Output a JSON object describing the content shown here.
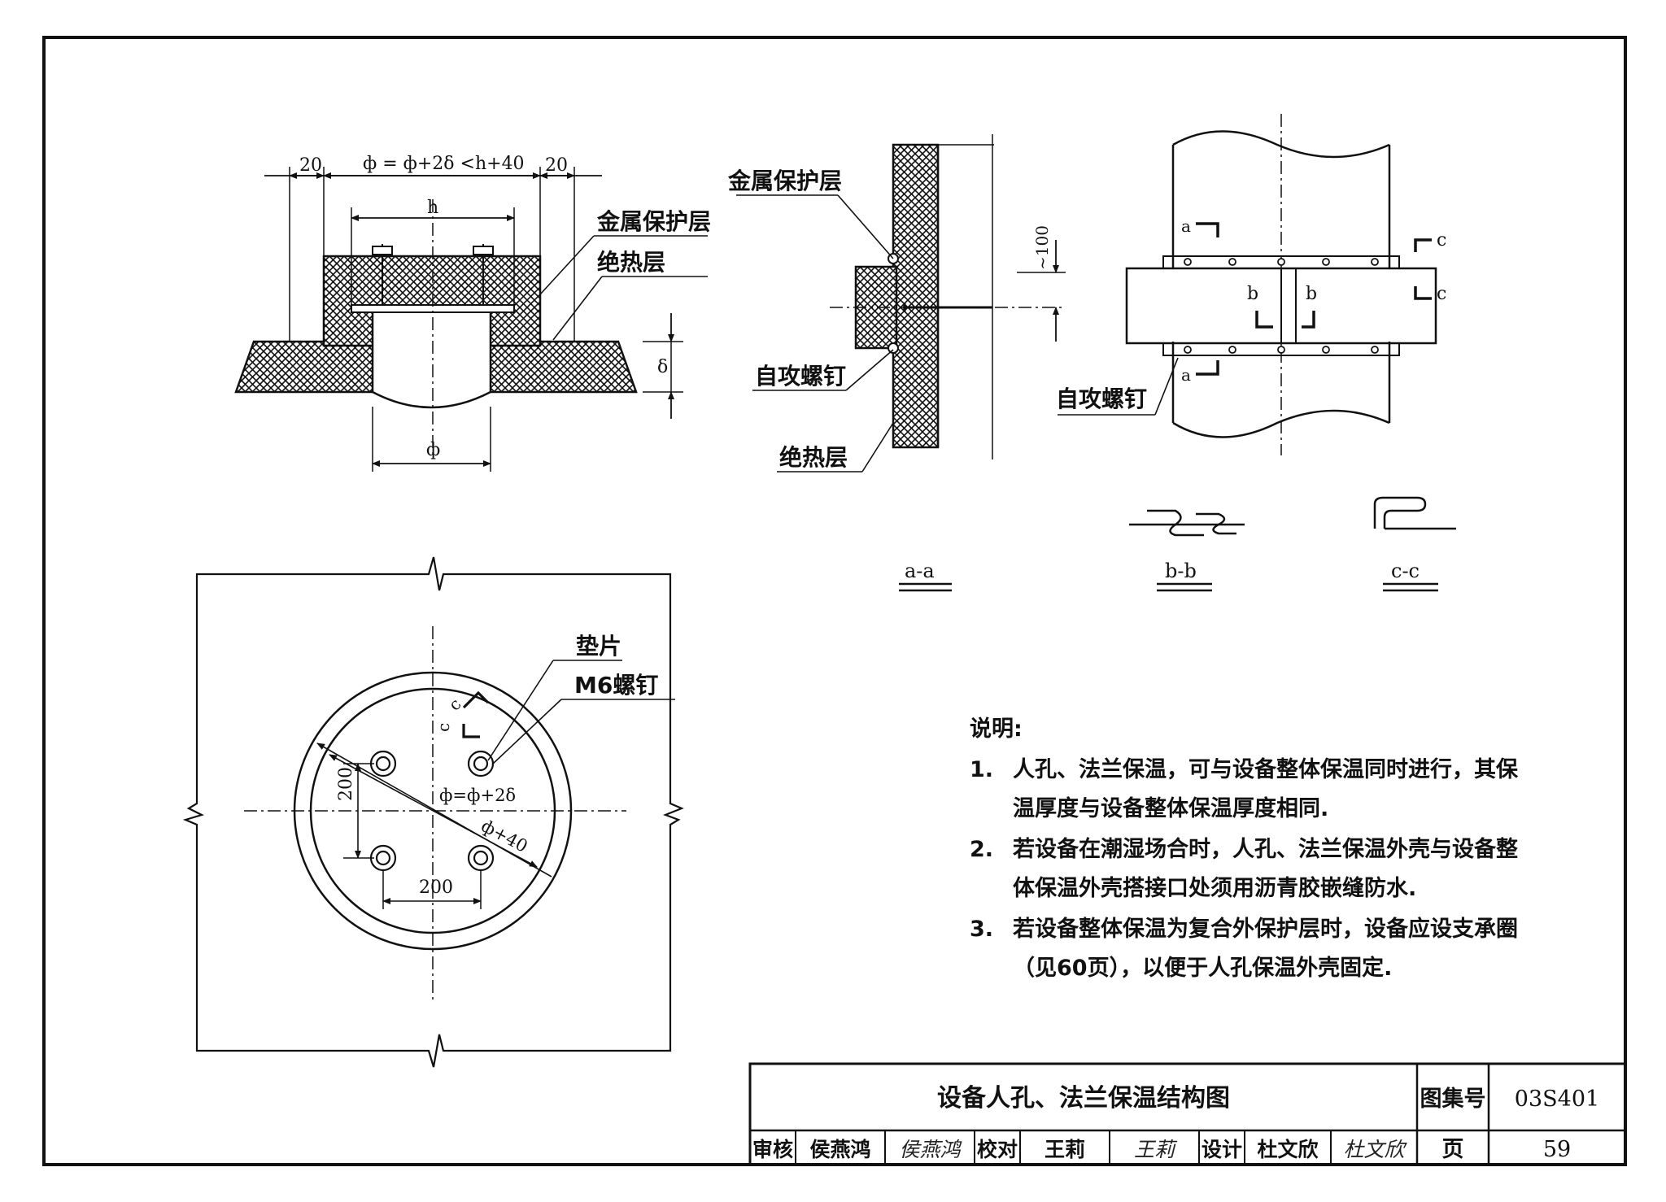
{
  "drawing": {
    "section_view": {
      "dim_top_left": "20",
      "dim_top_middle": "ф = ф+2δ <h+40",
      "dim_top_right": "20",
      "dim_h": "h",
      "dim_delta": "δ",
      "dim_phi": "ф",
      "label_metal_layer": "金属保护层",
      "label_insulation": "绝热层"
    },
    "detail_view": {
      "label_metal_layer": "金属保护层",
      "label_screw": "自攻螺钉",
      "label_insulation": "绝热层",
      "dim_100": "~100"
    },
    "pipe_view": {
      "label_screw": "自攻螺钉",
      "mark_a": "a",
      "mark_b": "b",
      "mark_c": "c"
    },
    "sections": {
      "aa": "a-a",
      "bb": "b-b",
      "cc": "c-c"
    },
    "plan_view": {
      "label_washer": "垫片",
      "label_screw": "M6螺钉",
      "dim_200_vertical": "200",
      "dim_200_horizontal": "200",
      "dim_inner": "ф=ф+2δ",
      "dim_outer": "ф+40",
      "mark_c": "c"
    }
  },
  "notes": {
    "heading": "说明:",
    "items": [
      {
        "num": "1.",
        "line1": "人孔、法兰保温，可与设备整体保温同时进行，其保",
        "line2": "温厚度与设备整体保温厚度相同."
      },
      {
        "num": "2.",
        "line1": "若设备在潮湿场合时，人孔、法兰保温外壳与设备整",
        "line2": "体保温外壳搭接口处须用沥青胶嵌缝防水."
      },
      {
        "num": "3.",
        "line1": "若设备整体保温为复合外保护层时，设备应设支承圈",
        "line2": "（见60页），以便于人孔保温外壳固定."
      }
    ]
  },
  "title_block": {
    "title": "设备人孔、法兰保温结构图",
    "atlas_label": "图集号",
    "atlas_no": "03S401",
    "page_label": "页",
    "page_no": "59",
    "review_label": "审核",
    "reviewer": "侯燕鸿",
    "reviewer_sig": "侯燕鸿",
    "check_label": "校对",
    "checker": "王莉",
    "checker_sig": "王莉",
    "design_label": "设计",
    "designer": "杜文欣",
    "designer_sig": "杜文欣"
  }
}
